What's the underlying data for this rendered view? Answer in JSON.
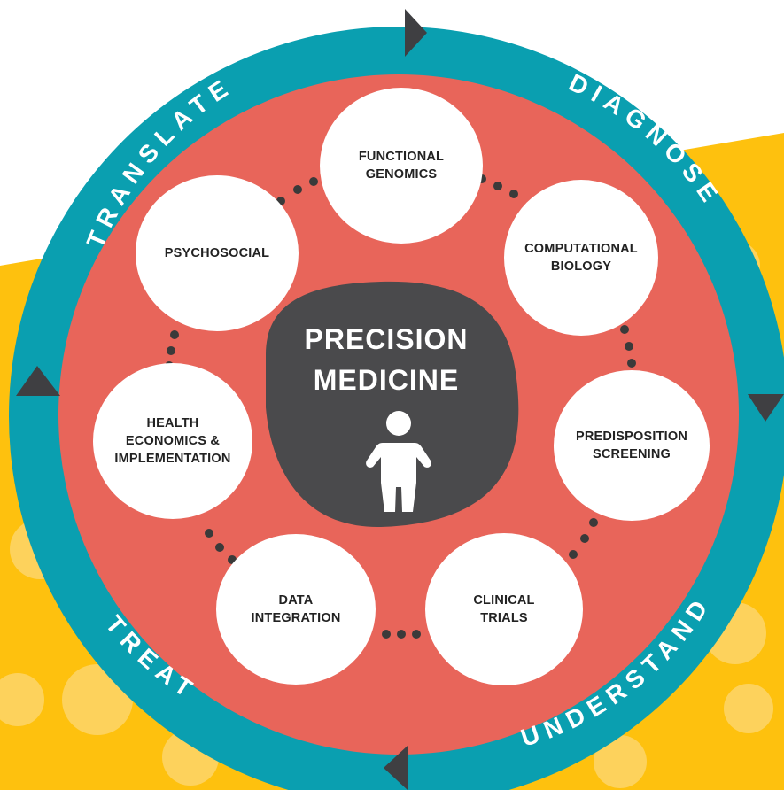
{
  "colors": {
    "ring": "#0a9fb0",
    "inner_disc": "#e8655a",
    "center": "#4a4a4c",
    "background_yellow": "#fec10e",
    "background_blob": "#fdd25c",
    "bubble": "#ffffff",
    "arrow": "#3f3f42",
    "dots": "#3a3a3a"
  },
  "center": {
    "title": "PRECISION\nMEDICINE",
    "icon": "person-icon"
  },
  "ring_labels": {
    "translate": "TRANSLATE",
    "diagnose": "DIAGNOSE",
    "understand": "UNDERSTAND",
    "treat": "TREAT"
  },
  "nodes": [
    {
      "id": "functional-genomics",
      "label": "FUNCTIONAL\nGENOMICS"
    },
    {
      "id": "computational-biology",
      "label": "COMPUTATIONAL\nBIOLOGY"
    },
    {
      "id": "predisposition-screening",
      "label": "PREDISPOSITION\nSCREENING"
    },
    {
      "id": "clinical-trials",
      "label": "CLINICAL\nTRIALS"
    },
    {
      "id": "data-integration",
      "label": "DATA\nINTEGRATION"
    },
    {
      "id": "health-economics",
      "label": "HEALTH\nECONOMICS &\nIMPLEMENTATION"
    },
    {
      "id": "psychosocial",
      "label": "PSYCHOSOCIAL"
    }
  ]
}
